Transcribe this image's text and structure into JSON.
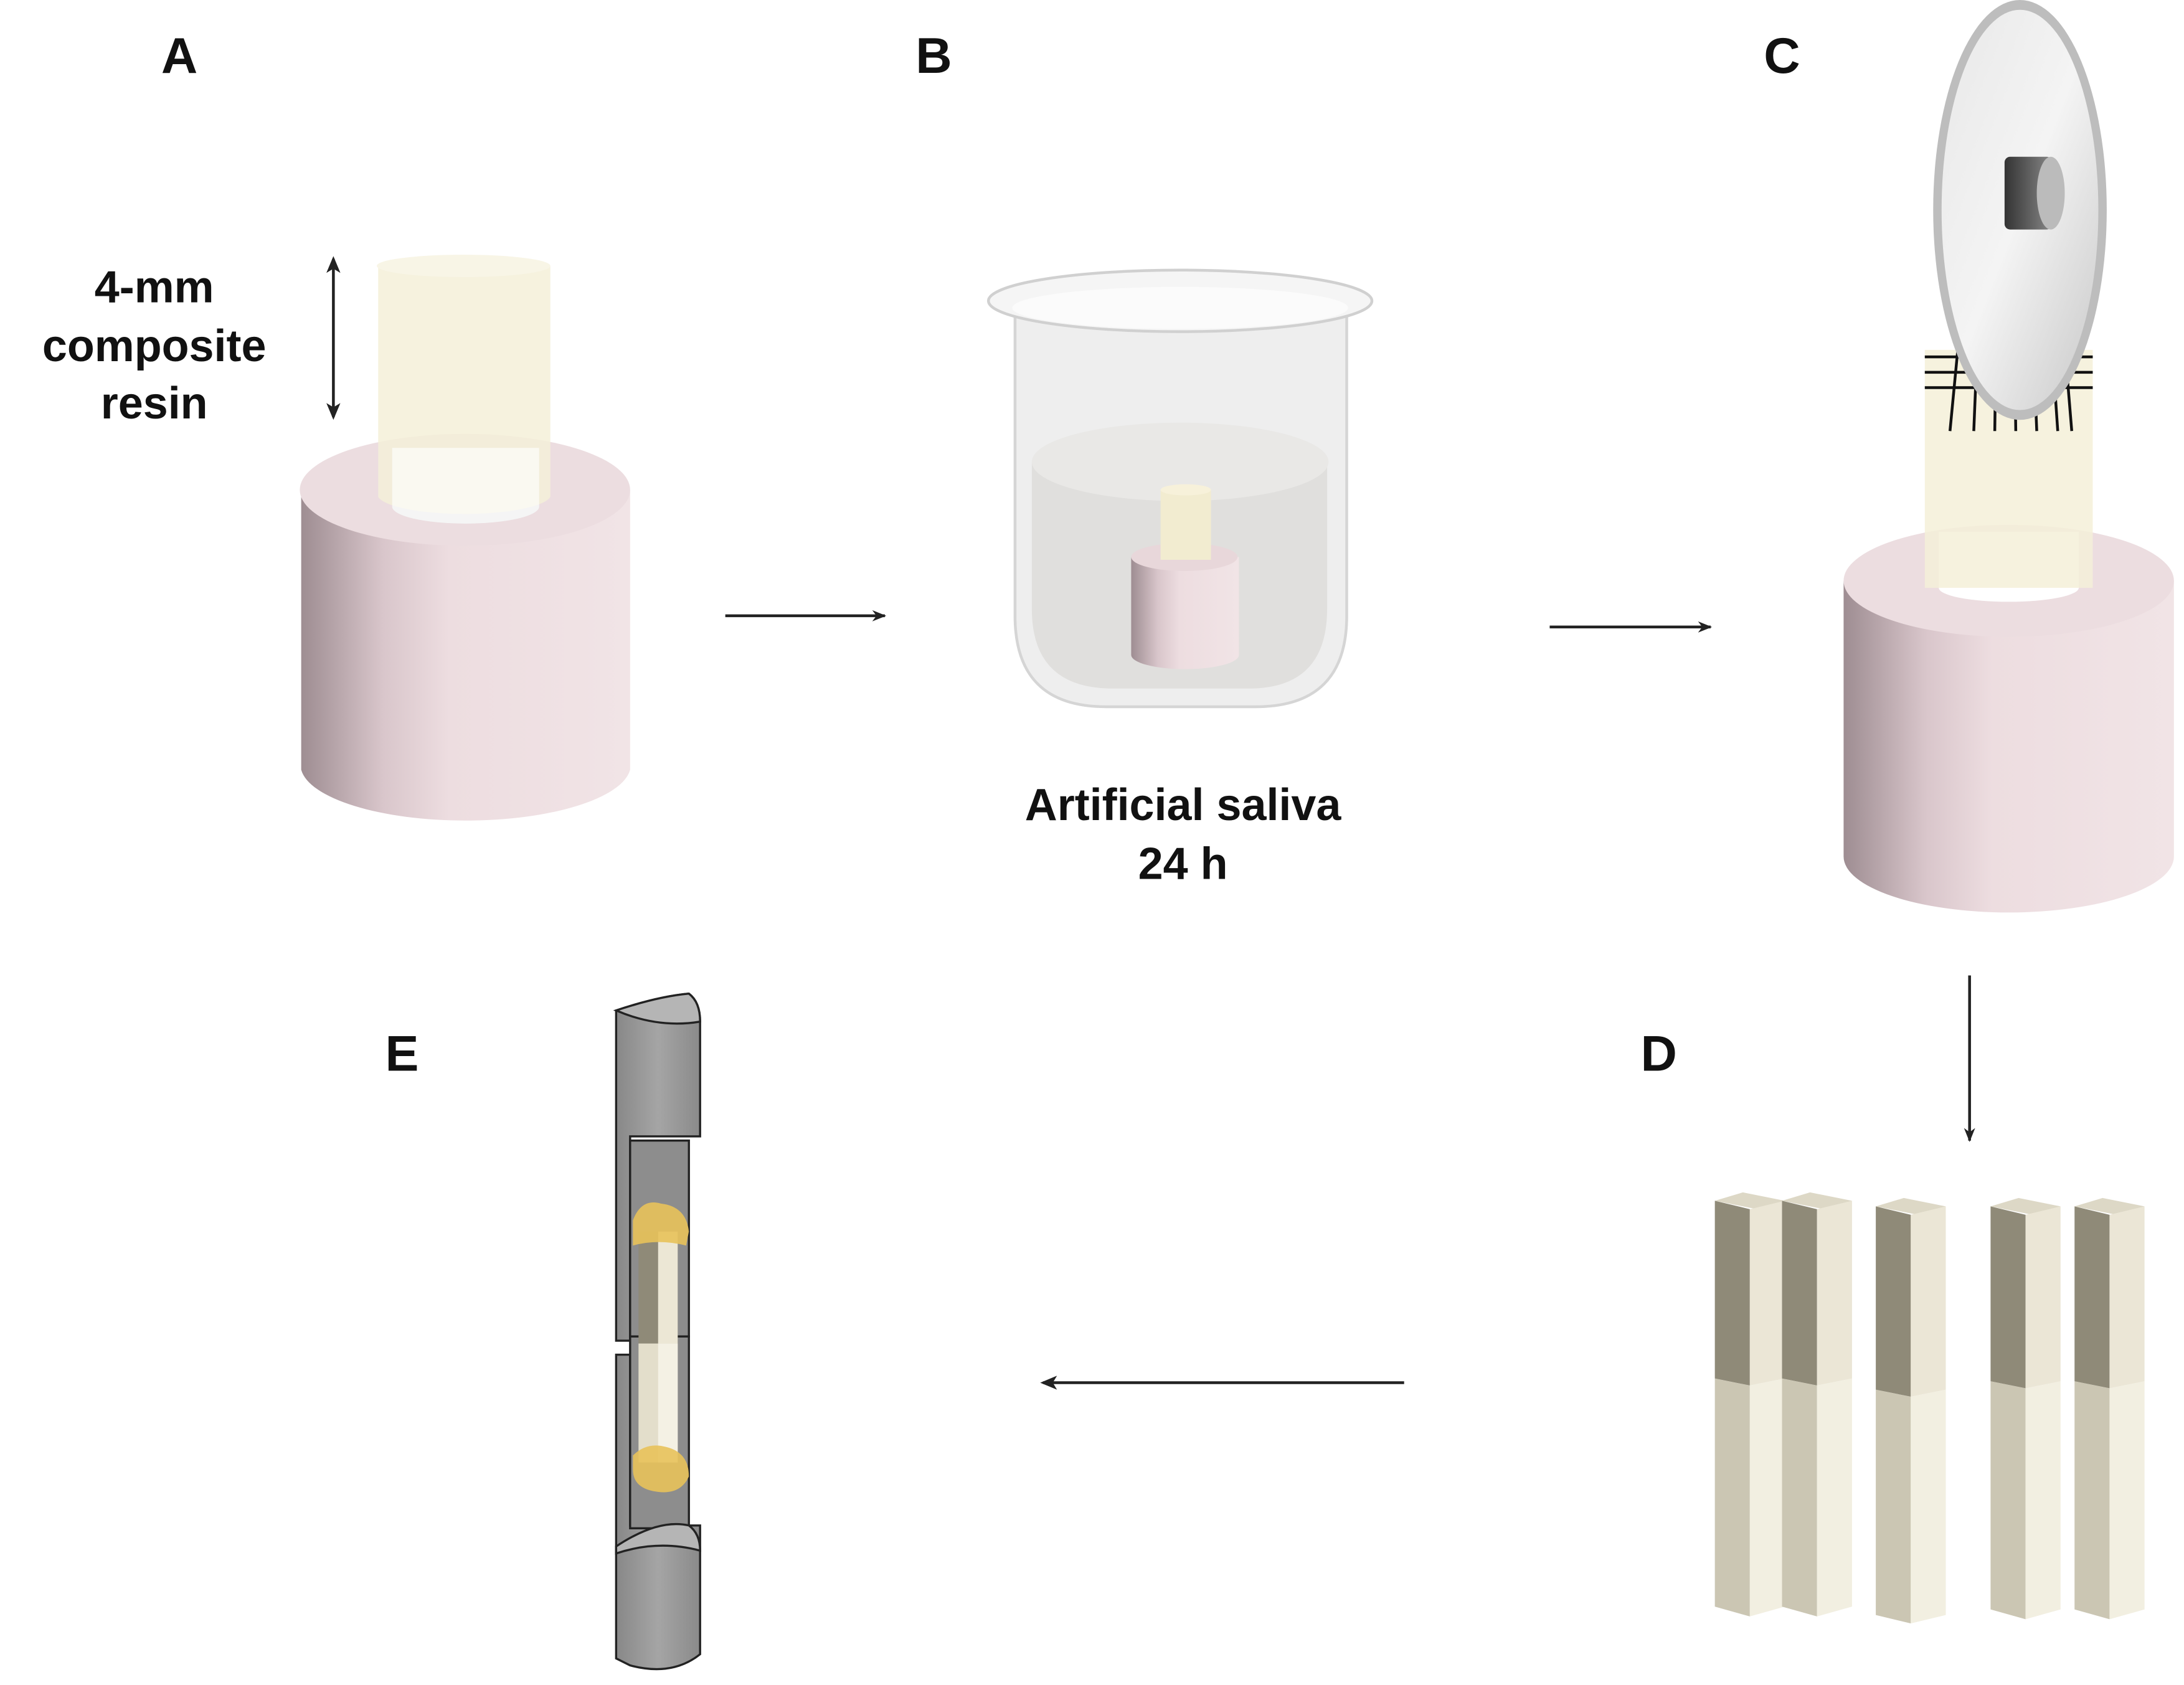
{
  "panels": {
    "a": {
      "label": "A",
      "annotation": [
        "4-mm",
        "composite",
        "resin"
      ]
    },
    "b": {
      "label": "B",
      "caption": [
        "Artificial saliva",
        "24 h"
      ]
    },
    "c": {
      "label": "C"
    },
    "d": {
      "label": "D"
    },
    "e": {
      "label": "E"
    }
  },
  "colors": {
    "pink": "#eddde0",
    "pink_dark": "#9e8d92",
    "resin": "#f4f0d8",
    "stick_dark": "#8f8a78",
    "stick_light": "#efeada",
    "grip": "#9a9a9a",
    "glue": "#e8c25a"
  }
}
